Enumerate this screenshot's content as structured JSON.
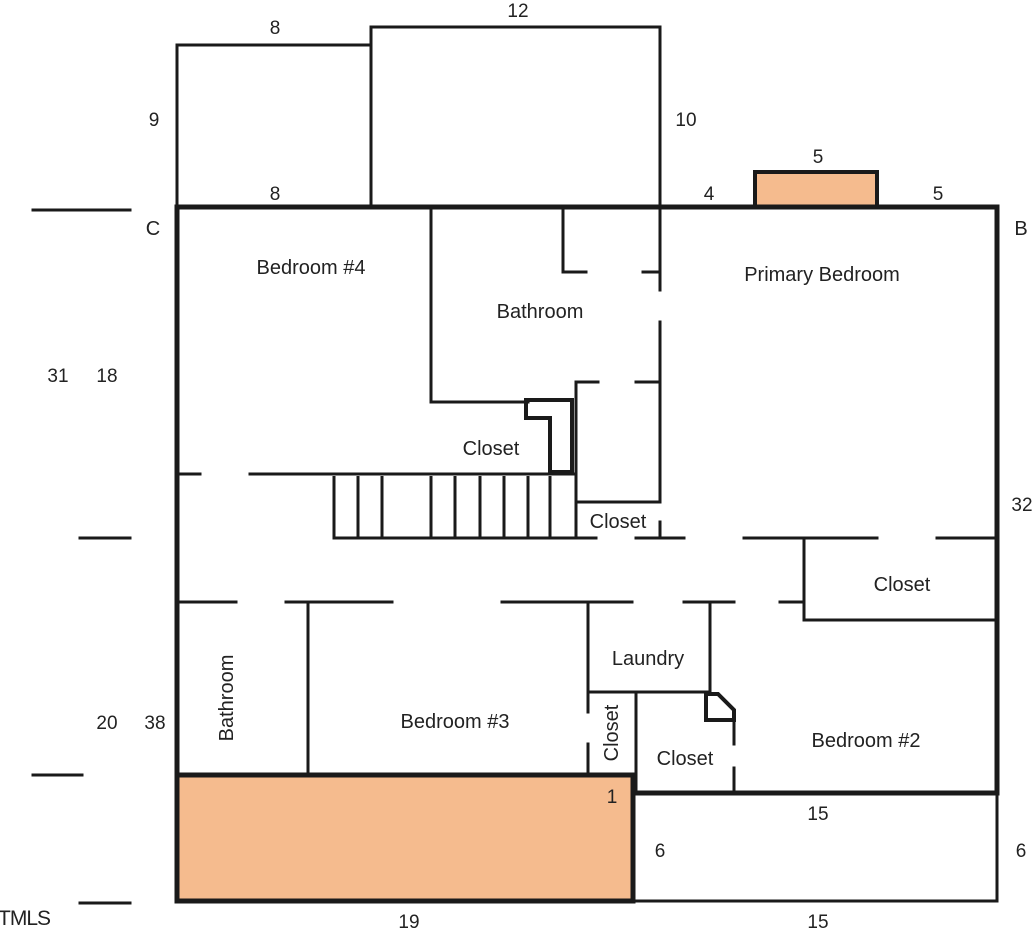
{
  "colors": {
    "wall": "#1a1a1a",
    "shaded_area": "#f5bb8e",
    "background": "#ffffff"
  },
  "rooms": {
    "bedroom4": "Bedroom #4",
    "bathroom_upper": "Bathroom",
    "primary_bedroom": "Primary Bedroom",
    "closet_mid": "Closet",
    "closet_small": "Closet",
    "closet_right": "Closet",
    "laundry": "Laundry",
    "bathroom_lower": "Bathroom",
    "bedroom3": "Bedroom #3",
    "closet_vertical": "Closet",
    "closet_bottom": "Closet",
    "bedroom2": "Bedroom #2"
  },
  "corners": {
    "c": "C",
    "b": "B"
  },
  "dimensions": {
    "top_left_width": "8",
    "top_width": "12",
    "left_height": "9",
    "right_height": "10",
    "base_8": "8",
    "seg_4": "4",
    "chimney_5": "5",
    "seg_5": "5",
    "left_31": "31",
    "left_18": "18",
    "right_32": "32",
    "left_20": "20",
    "left_38": "38",
    "notch_1": "1",
    "inner_15": "15",
    "inner_6": "6",
    "right_6": "6",
    "bottom_19": "19",
    "bottom_15": "15"
  },
  "watermark": "TMLS"
}
